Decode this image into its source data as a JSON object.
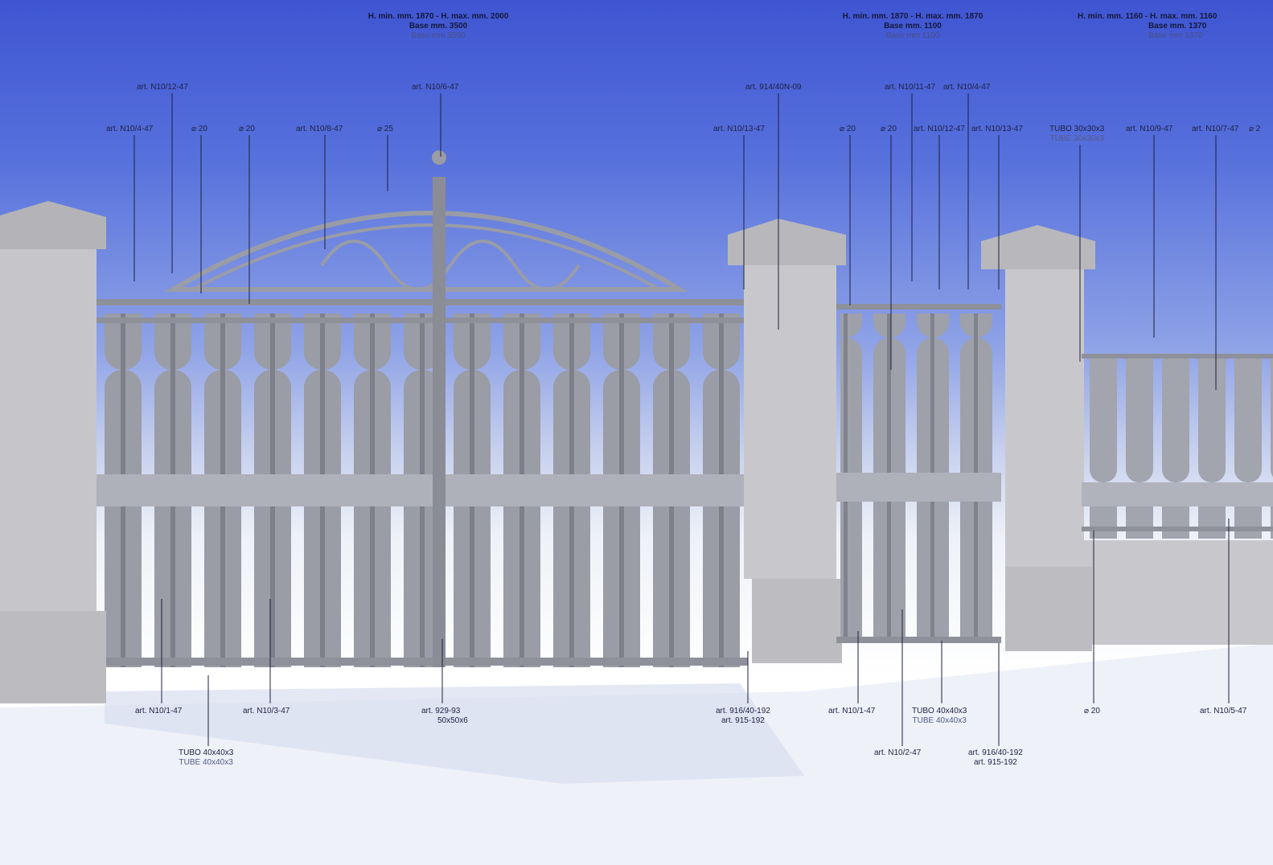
{
  "headers": [
    {
      "line1": "H. min. mm. 1870 - H. max. mm. 2000",
      "line2": "Base mm. 3500",
      "line3": "Base mm 3500"
    },
    {
      "line1": "H. min. mm. 1870 - H. max. mm. 1870",
      "line2": "Base mm. 1100",
      "line3": "Base mm 1100"
    },
    {
      "line1": "H. min. mm. 1160 - H. max. mm. 1160",
      "line2": "Base mm. 1370",
      "line3": "Base mm 1370"
    }
  ],
  "top_labels": {
    "a": "art. N10/12-47",
    "b": "art. N10/6-47",
    "c": "art. 914/40N-09",
    "d": "art. N10/11-47",
    "e": "art. N10/4-47"
  },
  "mid_labels": {
    "a": "art. N10/4-47",
    "b": "⌀ 20",
    "c": "⌀ 20",
    "d": "art. N10/8-47",
    "e": "⌀ 25",
    "f": "art. N10/13-47",
    "g": "⌀ 20",
    "h": "⌀ 20",
    "i": "art. N10/12-47",
    "j": "art. N10/13-47",
    "k": "TUBO 30x30x3",
    "k2": "TUBE 30x30x3",
    "l": "art. N10/9-47",
    "m": "art. N10/7-47",
    "n": "⌀ 2"
  },
  "bottom_labels": {
    "a": "art. N10/1-47",
    "b": "art. N10/3-47",
    "c": "art. 929-93",
    "c2": "50x50x6",
    "d1": "art. 916/40-192",
    "d2": "art. 915-192",
    "e": "art. N10/1-47",
    "f": "TUBO 40x40x3",
    "f2": "TUBE 40x40x3",
    "g": "⌀ 20",
    "h": "art. N10/5-47",
    "i": "TUBO 40x40x3",
    "i2": "TUBE 40x40x3",
    "j": "art. N10/2-47",
    "k1": "art. 916/40-192",
    "k2": "art. 915-192"
  }
}
